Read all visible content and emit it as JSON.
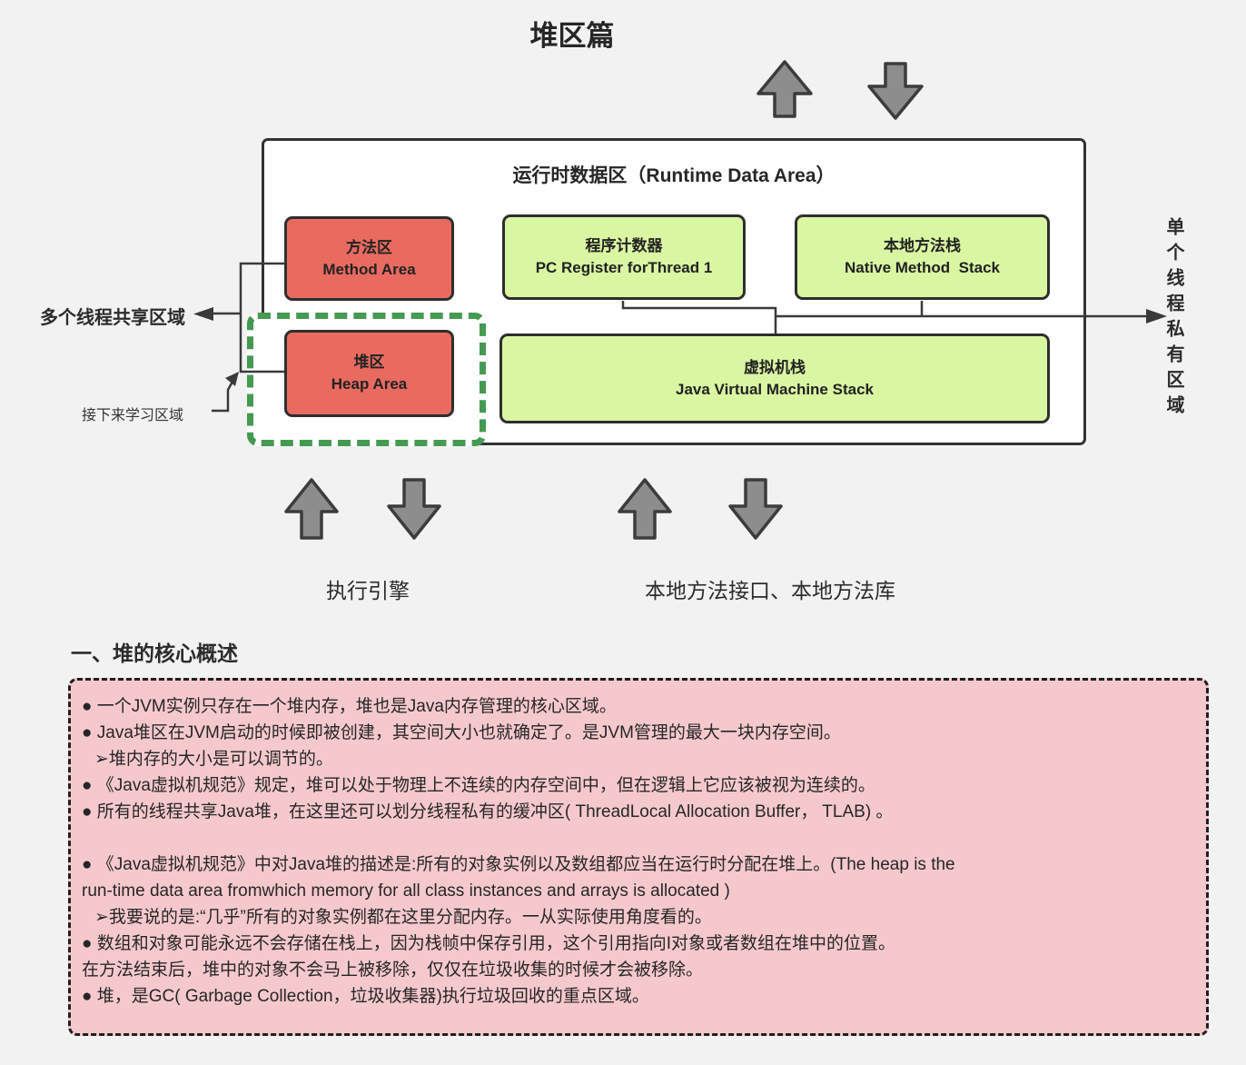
{
  "page": {
    "title": "堆区篇"
  },
  "diagram": {
    "runtime_title": "运行时数据区（Runtime Data Area）",
    "boxes": {
      "method": {
        "zh": "方法区",
        "en": "Method Area"
      },
      "pc_register": {
        "zh": "程序计数器",
        "en": "PC Register forThread 1"
      },
      "native_stack": {
        "zh": "本地方法栈",
        "en": "Native Method  Stack"
      },
      "heap": {
        "zh": "堆区",
        "en": "Heap Area"
      },
      "jvm_stack": {
        "zh": "虚拟机栈",
        "en": "Java Virtual Machine Stack"
      }
    },
    "labels": {
      "shared_region": "多个线程共享区域",
      "next_to_study": "接下来学习区域",
      "private_region": "单个线程私有区域",
      "execution_engine": "执行引擎",
      "native_interface": "本地方法接口、本地方法库"
    },
    "colors": {
      "red_box": "#e96b60",
      "green_box": "#d9f6a2",
      "dashed_green": "#459a52",
      "pink_panel": "#f5c9cc",
      "line": "#3a3a3a",
      "arrow_gray": "#8d8d8d",
      "background": "#f2f2f2"
    }
  },
  "section": {
    "heading": "一、堆的核心概述",
    "lines": [
      "● 一个JVM实例只存在一个堆内存，堆也是Java内存管理的核心区域。",
      "● Java堆区在JVM启动的时候即被创建，其空间大小也就确定了。是JVM管理的最大一块内存空间。",
      "➢堆内存的大小是可以调节的。",
      "● 《Java虚拟机规范》规定，堆可以处于物理上不连续的内存空间中，但在逻辑上它应该被视为连续的。",
      "● 所有的线程共享Java堆，在这里还可以划分线程私有的缓冲区( ThreadLocal Allocation Buffer， TLAB) 。",
      "",
      "● 《Java虚拟机规范》中对Java堆的描述是:所有的对象实例以及数组都应当在运行时分配在堆上。(The heap is the",
      "run-time data area fromwhich memory for all class instances and arrays is allocated )",
      "➢我要说的是:“几乎”所有的对象实例都在这里分配内存。一从实际使用角度看的。",
      "● 数组和对象可能永远不会存储在栈上，因为栈帧中保存引用，这个引用指向I对象或者数组在堆中的位置。",
      "在方法结束后，堆中的对象不会马上被移除，仅仅在垃圾收集的时候才会被移除。",
      "● 堆，是GC( Garbage Collection，垃圾收集器)执行垃圾回收的重点区域。"
    ]
  }
}
